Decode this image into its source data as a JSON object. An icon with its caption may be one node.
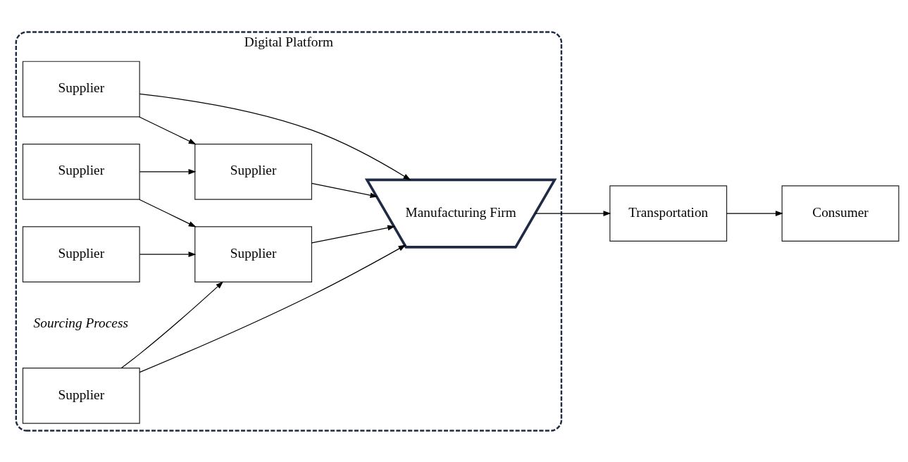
{
  "diagram": {
    "nodes": [
      {
        "text": [
          "Digital Platform"
        ]
      },
      {
        "text": [
          "Supplier"
        ],
        "in": 0
      },
      {
        "text": [
          "Supplier"
        ],
        "in": 0
      },
      {
        "text": [
          "Supplier"
        ],
        "in": 0
      },
      {
        "text": [
          "Supplier"
        ],
        "in": 0
      },
      {
        "text": [
          "Supplier"
        ],
        "in": 0
      },
      {
        "text": [
          "Supplier"
        ],
        "in": 0
      },
      {
        "text": [
          "Manufacturing Firm"
        ],
        "in": 0
      },
      {
        "text": [
          "Transportation"
        ]
      },
      {
        "text": [
          "Consumer"
        ]
      }
    ],
    "edges": [
      {
        "from": 1,
        "to": 5,
        "arrow": "to"
      },
      {
        "from": 1,
        "to": 7,
        "arrow": "to"
      },
      {
        "from": 2,
        "to": 5,
        "arrow": "to"
      },
      {
        "from": 2,
        "to": 6,
        "arrow": "to"
      },
      {
        "from": 3,
        "to": 6,
        "arrow": "to"
      },
      {
        "from": 4,
        "to": 6,
        "arrow": "to"
      },
      {
        "from": 4,
        "to": 7,
        "arrow": "to"
      },
      {
        "from": 5,
        "to": 7,
        "arrow": "to"
      },
      {
        "from": 6,
        "to": 7,
        "arrow": "to"
      },
      {
        "from": 7,
        "to": 8,
        "arrow": "to"
      },
      {
        "from": 8,
        "to": 9,
        "arrow": "to"
      }
    ],
    "labels": [
      "Sourcing Process"
    ]
  }
}
